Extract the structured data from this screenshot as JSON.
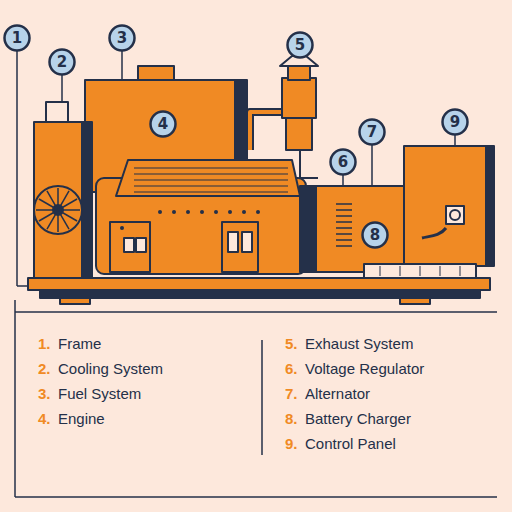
{
  "diagram": {
    "labels": [
      "1",
      "2",
      "3",
      "4",
      "5",
      "6",
      "7",
      "8",
      "9",
      "1.",
      "Frame",
      "2.",
      "Cooling System",
      "3.",
      "Fuel System",
      "4.",
      "Engine",
      "5.",
      "Exhaust System",
      "6.",
      "Voltage Regulator",
      "7.",
      "Alternator",
      "8.",
      "Battery Charger",
      "9.",
      "Control Panel"
    ]
  }
}
